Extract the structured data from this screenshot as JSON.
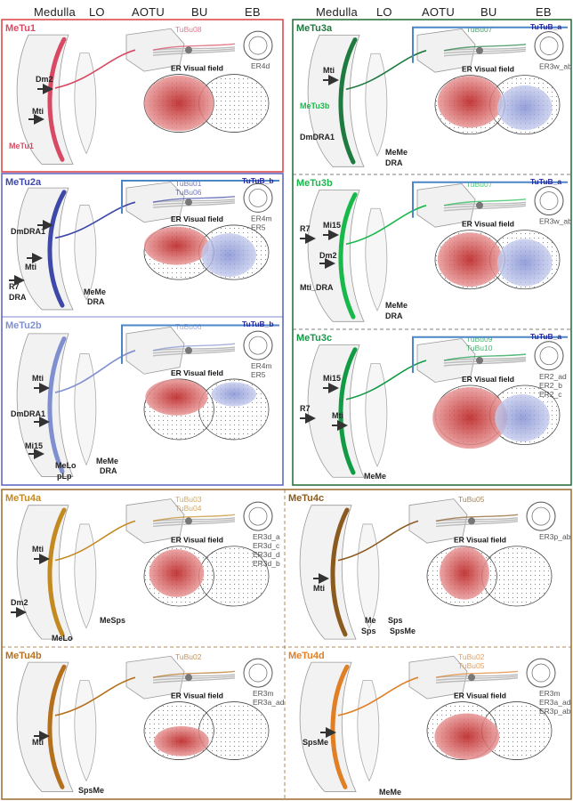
{
  "colors": {
    "metu1": "#d84a63",
    "metu2": "#3e48a8",
    "metu2b": "#7f8fcf",
    "metu3a": "#1e7a3e",
    "metu3b": "#18b84a",
    "metu3c": "#139a45",
    "metu4a": "#c48a22",
    "metu4b": "#b5701e",
    "metu4c": "#8a5a1e",
    "metu4d": "#e07f25",
    "tutub": "#4a86c8",
    "visual_red": "#d62020",
    "visual_blue": "#8d9bd8"
  },
  "header": {
    "left": [
      "Medulla",
      "LO",
      "AOTU",
      "BU",
      "EB"
    ],
    "right": [
      "Medulla",
      "LO",
      "AOTU",
      "BU",
      "EB"
    ]
  },
  "panels": {
    "metu1": {
      "title": "MeTu1",
      "tubu": "TuBu08",
      "er": [
        "ER4d"
      ],
      "visual": "ER Visual field",
      "inputs": [
        "Dm2",
        "Mti",
        "MeTu1"
      ]
    },
    "metu2a": {
      "title": "MeTu2a",
      "tubu": [
        "TuBu01",
        "TuBu06"
      ],
      "tutub": "TuTuB_b",
      "er": [
        "ER4m",
        "ER5"
      ],
      "visual": "ER Visual field",
      "inputs": [
        "DmDRA1",
        "Mti",
        "R7",
        "DRA",
        "MeMe",
        "DRA"
      ]
    },
    "metu2b": {
      "title": "MeTu2b",
      "tubu": "TuBu06",
      "tutub": "TuTuB_b",
      "er": [
        "ER4m",
        "ER5"
      ],
      "visual": "ER Visual field",
      "inputs": [
        "Mti",
        "DmDRA1",
        "Mi15",
        "MeLo",
        "pLp",
        "MeMe",
        "DRA"
      ]
    },
    "metu3a": {
      "title": "MeTu3a",
      "tubu": "TuBu07",
      "tutub": "TuTuB_a",
      "er": [
        "ER3w_ab"
      ],
      "visual": "ER Visual field",
      "inputs": [
        "Mti",
        "MeTu3b",
        "DmDRA1",
        "MeMe",
        "DRA"
      ]
    },
    "metu3b": {
      "title": "MeTu3b",
      "tubu": "TuBu07",
      "tutub": "TuTuB_a",
      "er": [
        "ER3w_ab"
      ],
      "visual": "ER Visual field",
      "inputs": [
        "Mi15",
        "R7",
        "Dm2",
        "Mti_DRA",
        "MeMe",
        "DRA"
      ]
    },
    "metu3c": {
      "title": "MeTu3c",
      "tubu": [
        "TuBu09",
        "TuBu10"
      ],
      "tutub": "TuTuB_a",
      "er": [
        "ER2_ad",
        "ER2_b",
        "ER2_c"
      ],
      "visual": "ER Visual field",
      "inputs": [
        "Mi15",
        "R7",
        "Mti",
        "MeMe"
      ]
    },
    "metu4a": {
      "title": "MeTu4a",
      "tubu": [
        "TuBu03",
        "TuBu04"
      ],
      "er": [
        "ER3d_a",
        "ER3d_c",
        "ER3d_d",
        "ER3d_b"
      ],
      "visual": "ER Visual field",
      "inputs": [
        "Mti",
        "Dm2",
        "MeLo",
        "MeSps"
      ]
    },
    "metu4b": {
      "title": "MeTu4b",
      "tubu": "TuBu02",
      "er": [
        "ER3m",
        "ER3a_ad"
      ],
      "visual": "ER Visual field",
      "inputs": [
        "Mti",
        "SpsMe"
      ]
    },
    "metu4c": {
      "title": "MeTu4c",
      "tubu": "TuBu05",
      "er": [
        "ER3p_ab"
      ],
      "visual": "ER Visual field",
      "inputs": [
        "Mti",
        "Me",
        "Sps",
        "Sps",
        "SpsMe"
      ]
    },
    "metu4d": {
      "title": "MeTu4d",
      "tubu": [
        "TuBu02",
        "TuBu05"
      ],
      "er": [
        "ER3m",
        "ER3a_ad",
        "ER3p_ab"
      ],
      "visual": "ER Visual field",
      "inputs": [
        "SpsMe",
        "MeMe"
      ]
    }
  }
}
